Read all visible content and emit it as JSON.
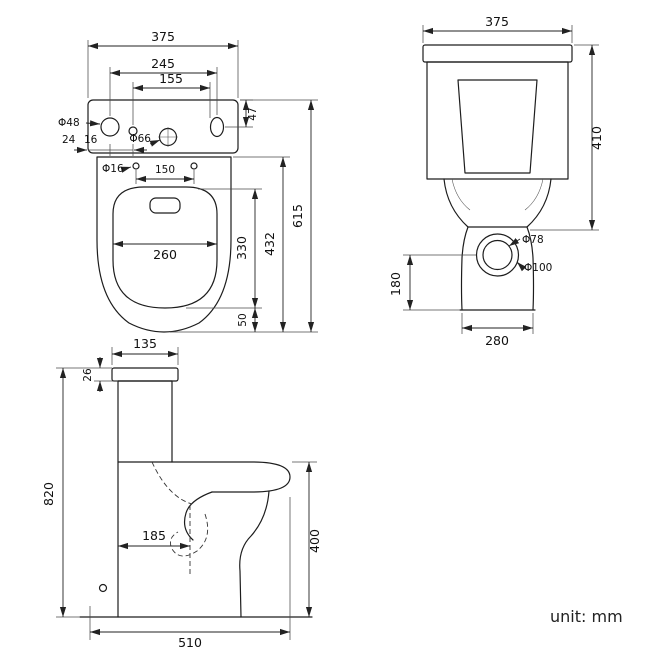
{
  "drawing": {
    "unit_label": "unit: mm",
    "plan_view": {
      "overall_width": "375",
      "hole_spacing": "245",
      "inner_spacing": "155",
      "hole_offset_depth": "47",
      "hole_left_diameter": "Φ48",
      "offset_a": "24",
      "offset_b": "16",
      "inlet_diameter": "Φ66",
      "seat_hole_diameter": "Φ16",
      "seat_hole_spacing": "150",
      "seat_width": "260",
      "overall_depth": "615",
      "bowl_depth": "432",
      "seat_opening_length": "330",
      "front_gap": "50"
    },
    "front_view": {
      "overall_width": "375",
      "tank_height": "410",
      "outlet_inner_diameter": "Φ78",
      "outlet_outer_diameter": "Φ100",
      "outlet_height": "180",
      "base_width": "280"
    },
    "side_view": {
      "tank_depth": "135",
      "lid_thickness": "26",
      "overall_height": "820",
      "trap_distance": "185",
      "bowl_height": "400",
      "overall_depth": "510"
    }
  }
}
